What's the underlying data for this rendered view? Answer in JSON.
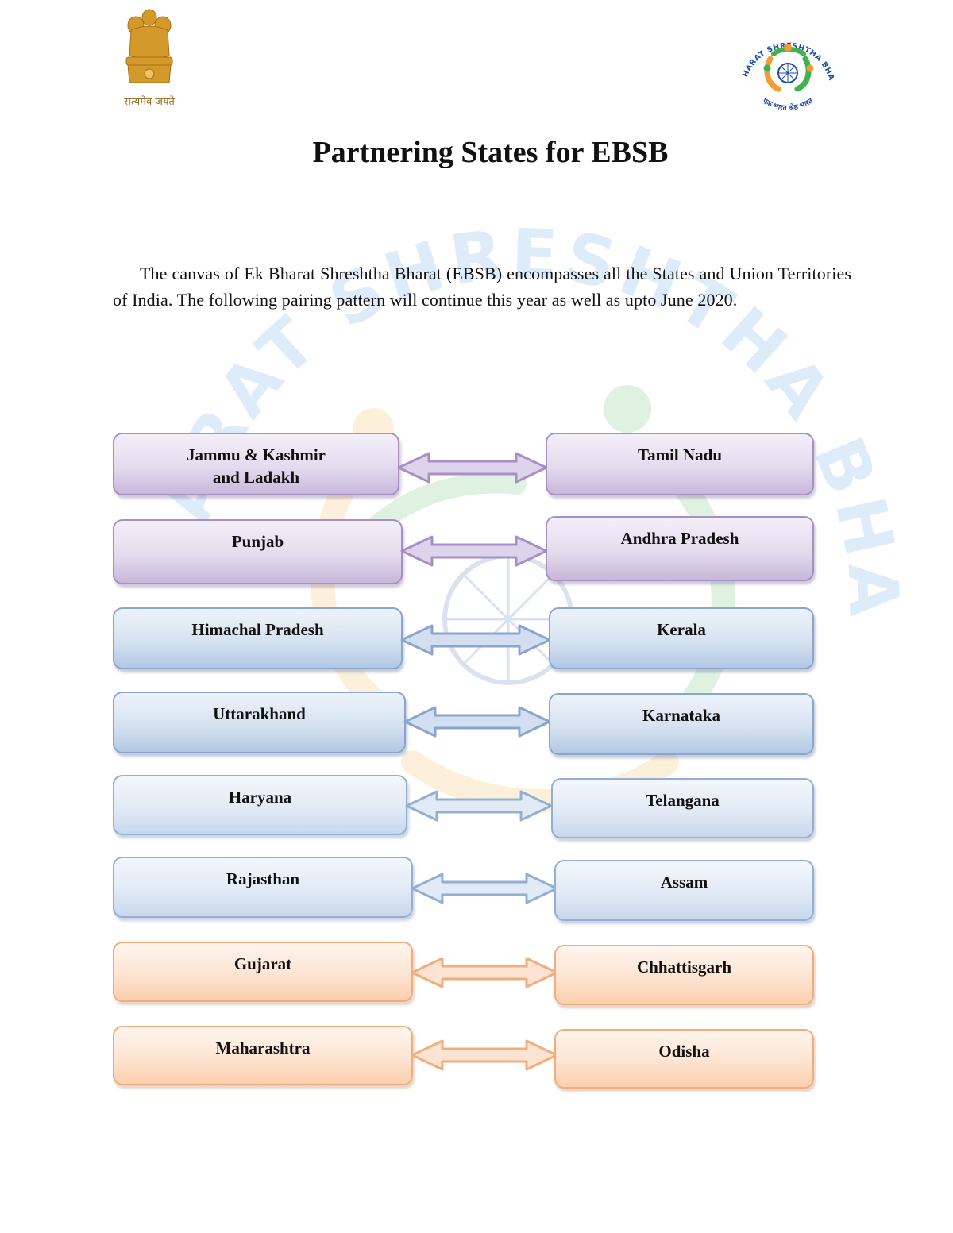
{
  "header": {
    "emblem_motto": "सत्यमेव जयते",
    "logo_ring_top": "EK BHARAT SHRESHTHA BHARAT",
    "logo_ring_bottom": "एक भारत श्रेष्ठ भारत"
  },
  "title": "Partnering States for EBSB",
  "intro": "The canvas of Ek Bharat Shreshtha Bharat (EBSB) encompasses all the States and Union Territories of India. The following pairing pattern will continue this year as well as upto June 2020.",
  "watermark_text": "EK BHARAT SHRESHTHA BHARAT",
  "pairs": [
    {
      "left": "Jammu & Kashmir and Ladakh",
      "left_line1": "Jammu & Kashmir",
      "left_line2": "and Ladakh",
      "right": "Tamil Nadu",
      "color": "purple"
    },
    {
      "left": "Punjab",
      "right": "Andhra Pradesh",
      "color": "purple"
    },
    {
      "left": "Himachal Pradesh",
      "right": "Kerala",
      "color": "blue"
    },
    {
      "left": "Uttarakhand",
      "right": "Karnataka",
      "color": "blue"
    },
    {
      "left": "Haryana",
      "right": "Telangana",
      "color": "blue-light"
    },
    {
      "left": "Rajasthan",
      "right": "Assam",
      "color": "blue-light"
    },
    {
      "left": "Gujarat",
      "right": "Chhattisgarh",
      "color": "orange"
    },
    {
      "left": "Maharashtra",
      "right": "Odisha",
      "color": "orange"
    }
  ],
  "colors": {
    "purple": "#a88fc4",
    "blue": "#89a6cf",
    "orange": "#f2ad7d",
    "saffron": "#f39c34",
    "green": "#3fb34f",
    "navy": "#1f4fa3"
  }
}
